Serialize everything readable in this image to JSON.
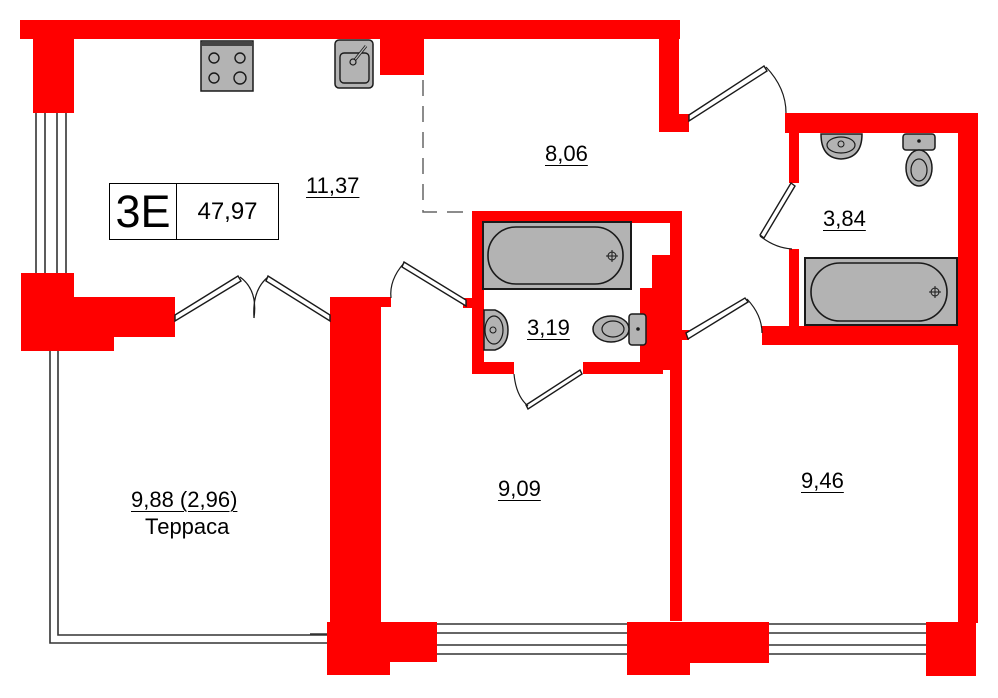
{
  "plan": {
    "unit_code": "3E",
    "total_area": "47,97",
    "wall_color": "#ff0000",
    "fixture_color": "#b3b3b3"
  },
  "rooms": [
    {
      "id": "kitchen-living",
      "area": "11,37"
    },
    {
      "id": "hallway",
      "area": "8,06"
    },
    {
      "id": "bathroom-right",
      "area": "3,84"
    },
    {
      "id": "bathroom-middle",
      "area": "3,19"
    },
    {
      "id": "bedroom-middle",
      "area": "9,09"
    },
    {
      "id": "bedroom-right",
      "area": "9,46"
    },
    {
      "id": "terrace",
      "area": "9,88 (2,96)",
      "name": "Терраса"
    }
  ],
  "fixtures": {
    "kitchen": [
      "stove-icon",
      "sink-icon"
    ],
    "bathroom_middle": [
      "bathtub-icon",
      "washbasin-icon",
      "toilet-icon"
    ],
    "bathroom_right": [
      "washbasin-icon",
      "toilet-icon",
      "bathtub-icon"
    ]
  }
}
